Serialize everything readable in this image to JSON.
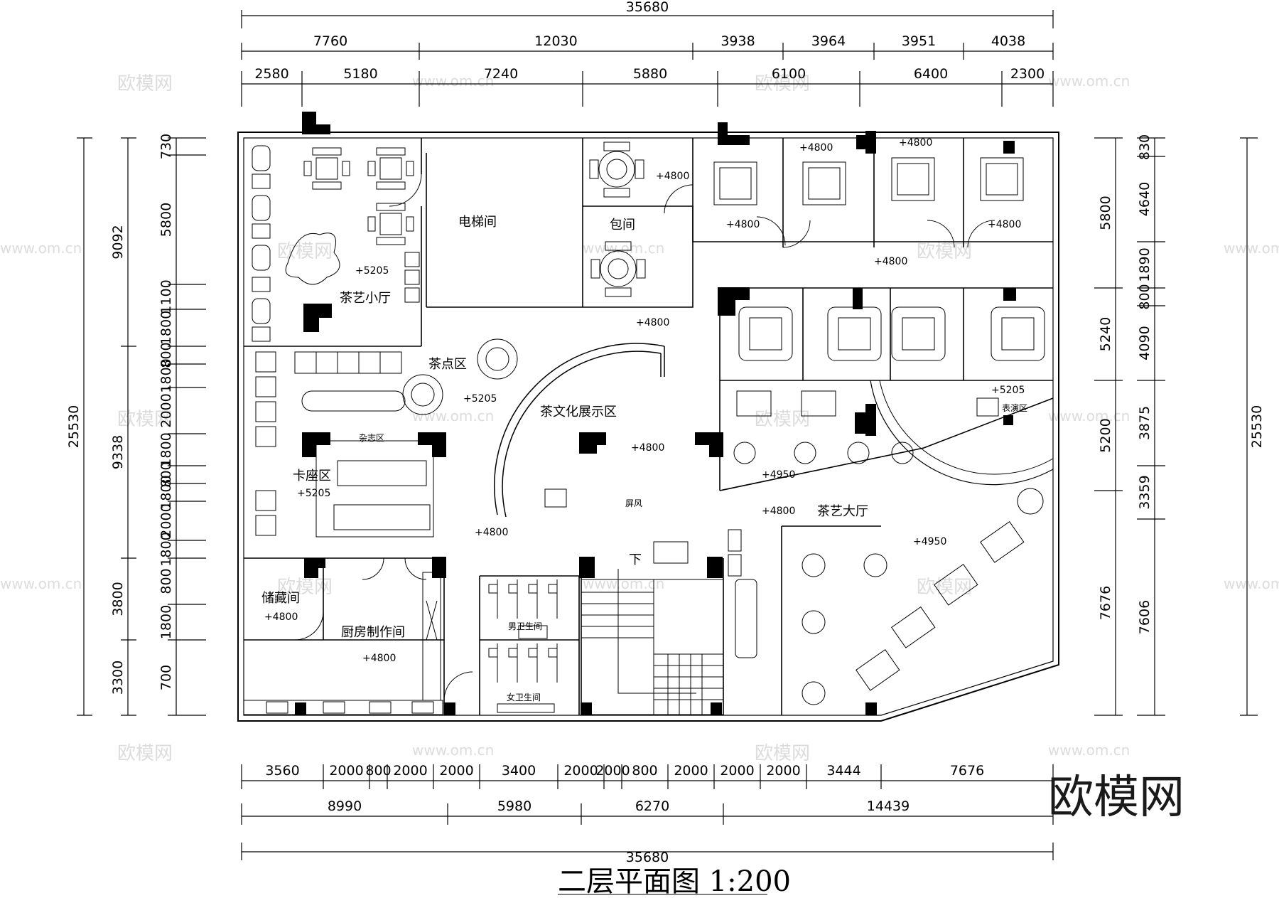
{
  "title": "二层平面图  1:200",
  "brand": "欧模网",
  "watermark": {
    "name": "欧模网",
    "url": "www.om.cn"
  },
  "dimensions": {
    "top_total": "35680",
    "top_row2": [
      "7760",
      "12030",
      "3938",
      "3964",
      "3951",
      "4038"
    ],
    "top_row3": [
      "2580",
      "5180",
      "7240",
      "5880",
      "6100",
      "6400",
      "2300"
    ],
    "bottom_row1": [
      "3560",
      "2000",
      "800",
      "2000",
      "2000",
      "3400",
      "2000",
      "2000",
      "800",
      "2000",
      "2000",
      "2000",
      "3444",
      "7676"
    ],
    "bottom_row2": [
      "8990",
      "5980",
      "6270",
      "14439"
    ],
    "bottom_total": "35680",
    "left_total": "25530",
    "left_mid": [
      "9092",
      "9338",
      "3800",
      "3300"
    ],
    "left_inner": [
      "730",
      "5800",
      "1100",
      "1800",
      "800",
      "1800",
      "2000",
      "1800",
      "800",
      "1800",
      "2000",
      "1800",
      "800",
      "1800",
      "700"
    ],
    "right_total": "25530",
    "right_mid": [
      "5800",
      "5240",
      "5200",
      "7676"
    ],
    "right_inner": [
      "830",
      "4640",
      "1890",
      "800",
      "4090",
      "3875",
      "3359",
      "7606"
    ]
  },
  "rooms": {
    "tea_lounge": "茶艺小厅",
    "elevator": "电梯间",
    "private_room": "包间",
    "snack_area": "茶点区",
    "culture_area": "茶文化展示区",
    "booth_area": "卡座区",
    "magazine_area": "杂志区",
    "screen": "屏风",
    "storage": "储藏间",
    "kitchen": "厨房制作间",
    "mens_wc": "男卫生间",
    "womens_wc": "女卫生间",
    "down": "下",
    "main_hall": "茶艺大厅",
    "stage": "表演区"
  },
  "levels": {
    "l4800": "+4800",
    "l5205": "+5205",
    "l4950": "+4950"
  }
}
